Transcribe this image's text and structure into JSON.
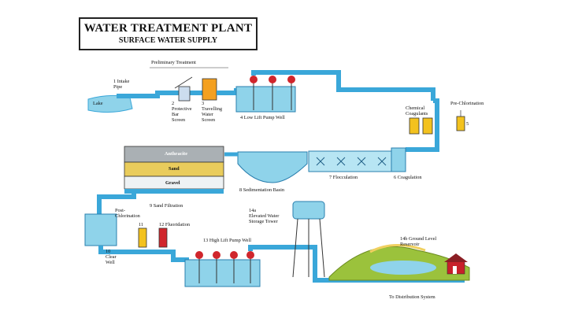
{
  "title": "WATER TREATMENT PLANT",
  "subtitle": "SURFACE WATER SUPPLY",
  "labels": {
    "preliminary": "Preliminary Treatment",
    "lake": "Lake",
    "intake": "1 Intake\nPipe",
    "bar_screen": "2\nProtective\nBar\nScreen",
    "travelling": "3\nTravelling\nWater\nScreen",
    "low_lift": "4 Low Lift Pump Well",
    "chem_coag": "Chemical\nCoagulants",
    "pre_chlor": "Pre-Chlorination",
    "five": "5",
    "anthracite": "Anthracite",
    "sand": "Sand",
    "gravel": "Gravel",
    "flocculation": "7 Flocculation",
    "coagulation": "6 Coagulation",
    "sedimentation": "8 Sedimentation Basin",
    "sand_filtration": "9 Sand Filtration",
    "post_chlor": "Post-\nChlorination",
    "eleven": "11",
    "fluoridation": "12 Fluoridation",
    "clear_well": "10\nClear\nWell",
    "elevated": "14a\nElevated Water\nStorage Tower",
    "high_lift": "13 High Lift Pump Well",
    "ground_res": "14b Ground Level\nReservoir",
    "distribution": "To Distribution System"
  },
  "colors": {
    "pipe": "#3aa7d9",
    "water": "#8fd3ea",
    "pump_red": "#d0262c",
    "chem_yellow": "#f3c21e",
    "chem_orange": "#f4a020"
  }
}
